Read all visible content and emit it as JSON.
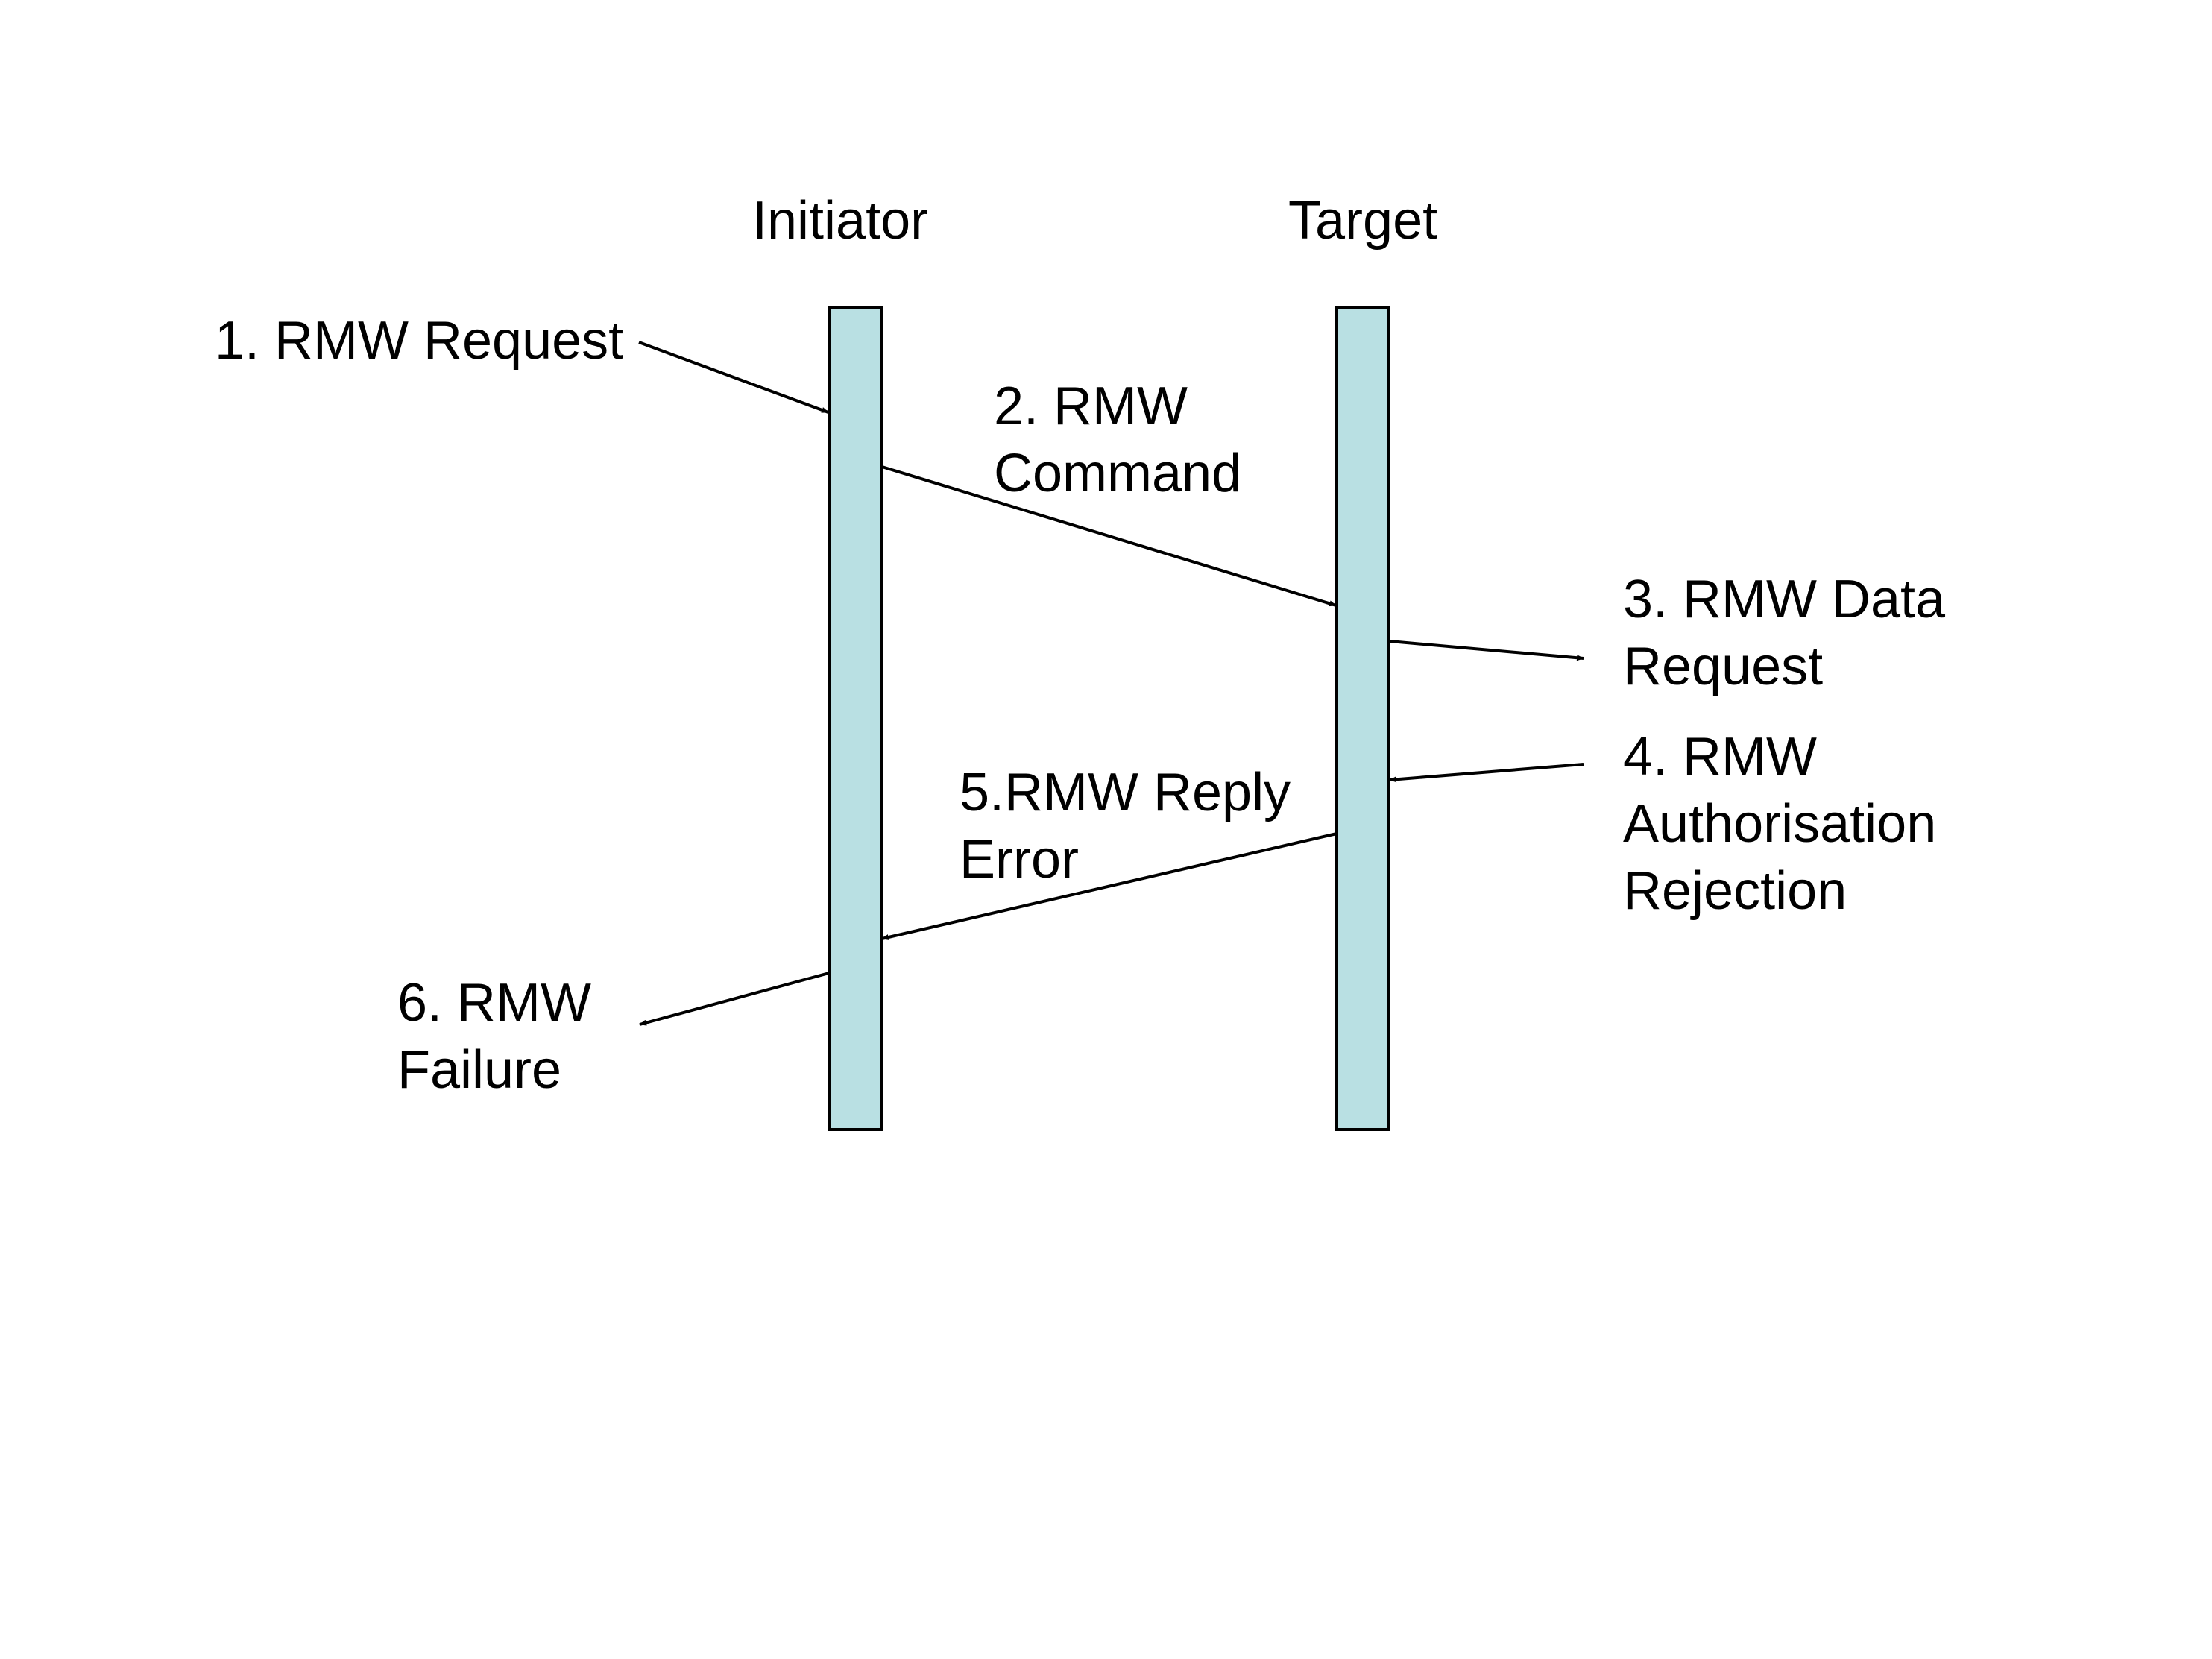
{
  "diagram": {
    "colors": {
      "lifeline_fill": "#b9e0e3",
      "stroke": "#000000",
      "background": "#ffffff"
    },
    "lifelines": [
      {
        "id": "initiator",
        "label": "Initiator"
      },
      {
        "id": "target",
        "label": "Target"
      }
    ],
    "messages": [
      {
        "id": "m1",
        "lines": [
          "1. RMW Request"
        ]
      },
      {
        "id": "m2",
        "lines": [
          "2. RMW",
          "Command"
        ]
      },
      {
        "id": "m3",
        "lines": [
          "3. RMW Data",
          "Request"
        ]
      },
      {
        "id": "m4",
        "lines": [
          "4. RMW",
          "Authorisation",
          "Rejection"
        ]
      },
      {
        "id": "m5",
        "lines": [
          "5.RMW Reply",
          "Error"
        ]
      },
      {
        "id": "m6",
        "lines": [
          "6. RMW",
          "Failure"
        ]
      }
    ]
  }
}
